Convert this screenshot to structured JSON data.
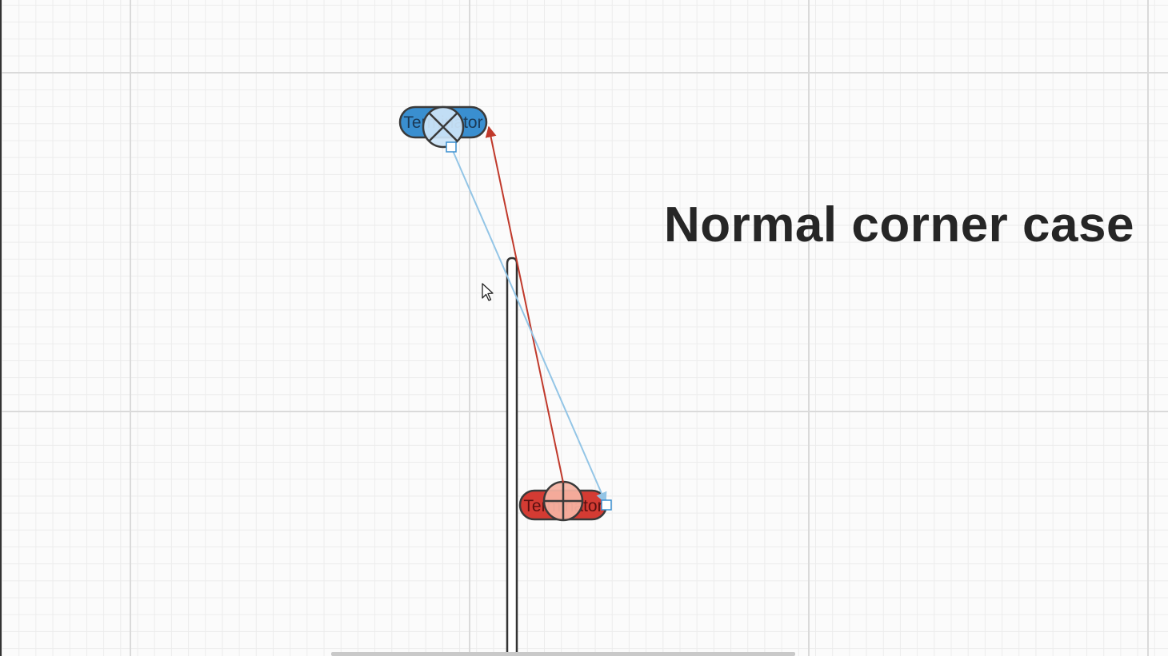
{
  "canvas": {
    "heading": "Normal corner case"
  },
  "shapes": {
    "blue_terminator": {
      "label": "Terminator",
      "fill": "#3a8fd0",
      "overlay_fill": "#cce4f7"
    },
    "red_terminator": {
      "label": "Terminator",
      "fill": "#d43b33",
      "overlay_fill": "#f6b3a3"
    }
  },
  "connectors": {
    "red_edge_color": "#c0392b",
    "blue_edge_color": "#93c5e6"
  },
  "icons": {
    "cursor": "mouse-pointer-icon"
  }
}
